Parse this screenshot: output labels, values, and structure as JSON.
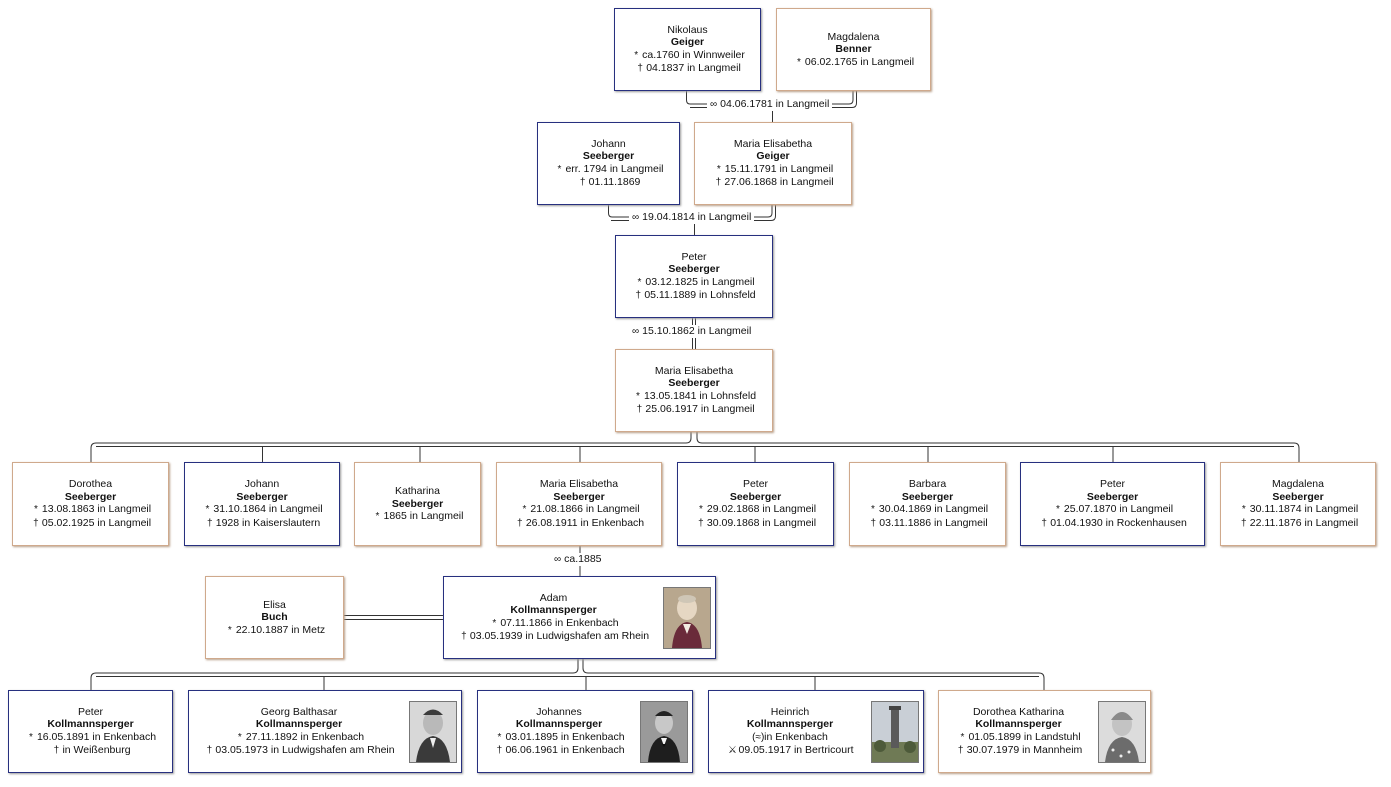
{
  "colors": {
    "male_border": "#27307f",
    "female_border": "#cfa98c",
    "line": "#333333"
  },
  "symbols": {
    "birth": "*",
    "death": "†",
    "baptism": "(≈)",
    "killed": "⚔",
    "marriage": "∞"
  },
  "persons": {
    "nikolaus_geiger": {
      "given": "Nikolaus",
      "surname": "Geiger",
      "sex": "m",
      "events": [
        {
          "type": "birth",
          "text": "ca.1760 in Winnweiler"
        },
        {
          "type": "death",
          "text": "04.1837 in Langmeil"
        }
      ]
    },
    "magdalena_benner": {
      "given": "Magdalena",
      "surname": "Benner",
      "sex": "f",
      "events": [
        {
          "type": "birth",
          "text": "06.02.1765 in Langmeil"
        }
      ]
    },
    "johann_seeberger_sr": {
      "given": "Johann",
      "surname": "Seeberger",
      "sex": "m",
      "events": [
        {
          "type": "birth",
          "text": "err. 1794 in Langmeil"
        },
        {
          "type": "death",
          "text": "01.11.1869"
        }
      ]
    },
    "maria_elisabetha_geiger": {
      "given": "Maria Elisabetha",
      "surname": "Geiger",
      "sex": "f",
      "events": [
        {
          "type": "birth",
          "text": "15.11.1791 in Langmeil"
        },
        {
          "type": "death",
          "text": "27.06.1868 in Langmeil"
        }
      ]
    },
    "peter_seeberger_1825": {
      "given": "Peter",
      "surname": "Seeberger",
      "sex": "m",
      "events": [
        {
          "type": "birth",
          "text": "03.12.1825 in Langmeil"
        },
        {
          "type": "death",
          "text": "05.11.1889 in Lohnsfeld"
        }
      ]
    },
    "maria_elisabetha_seeberger_1841": {
      "given": "Maria Elisabetha",
      "surname": "Seeberger",
      "sex": "f",
      "events": [
        {
          "type": "birth",
          "text": "13.05.1841 in Lohnsfeld"
        },
        {
          "type": "death",
          "text": "25.06.1917 in Langmeil"
        }
      ]
    },
    "dorothea_seeberger": {
      "given": "Dorothea",
      "surname": "Seeberger",
      "sex": "f",
      "events": [
        {
          "type": "birth",
          "text": "13.08.1863 in Langmeil"
        },
        {
          "type": "death",
          "text": "05.02.1925 in Langmeil"
        }
      ]
    },
    "johann_seeberger_1864": {
      "given": "Johann",
      "surname": "Seeberger",
      "sex": "m",
      "events": [
        {
          "type": "birth",
          "text": "31.10.1864 in Langmeil"
        },
        {
          "type": "death",
          "text": "1928 in Kaiserslautern"
        }
      ]
    },
    "katharina_seeberger": {
      "given": "Katharina",
      "surname": "Seeberger",
      "sex": "f",
      "events": [
        {
          "type": "birth",
          "text": "1865 in Langmeil"
        }
      ]
    },
    "maria_elisabetha_seeberger_1866": {
      "given": "Maria Elisabetha",
      "surname": "Seeberger",
      "sex": "f",
      "events": [
        {
          "type": "birth",
          "text": "21.08.1866 in Langmeil"
        },
        {
          "type": "death",
          "text": "26.08.1911 in Enkenbach"
        }
      ]
    },
    "peter_seeberger_1868": {
      "given": "Peter",
      "surname": "Seeberger",
      "sex": "m",
      "events": [
        {
          "type": "birth",
          "text": "29.02.1868 in Langmeil"
        },
        {
          "type": "death",
          "text": "30.09.1868 in Langmeil"
        }
      ]
    },
    "barbara_seeberger": {
      "given": "Barbara",
      "surname": "Seeberger",
      "sex": "f",
      "events": [
        {
          "type": "birth",
          "text": "30.04.1869 in Langmeil"
        },
        {
          "type": "death",
          "text": "03.11.1886 in Langmeil"
        }
      ]
    },
    "peter_seeberger_1870": {
      "given": "Peter",
      "surname": "Seeberger",
      "sex": "m",
      "events": [
        {
          "type": "birth",
          "text": "25.07.1870 in Langmeil"
        },
        {
          "type": "death",
          "text": "01.04.1930 in Rockenhausen"
        }
      ]
    },
    "magdalena_seeberger": {
      "given": "Magdalena",
      "surname": "Seeberger",
      "sex": "f",
      "events": [
        {
          "type": "birth",
          "text": "30.11.1874 in Langmeil"
        },
        {
          "type": "death",
          "text": "22.11.1876 in Langmeil"
        }
      ]
    },
    "elisa_buch": {
      "given": "Elisa",
      "surname": "Buch",
      "sex": "f",
      "events": [
        {
          "type": "birth",
          "text": "22.10.1887 in Metz"
        }
      ]
    },
    "adam_kollmannsperger": {
      "given": "Adam",
      "surname": "Kollmannsperger",
      "sex": "m",
      "photo": "portrait-elderly-man",
      "events": [
        {
          "type": "birth",
          "text": "07.11.1866 in Enkenbach"
        },
        {
          "type": "death",
          "text": "03.05.1939 in Ludwigshafen am Rhein"
        }
      ]
    },
    "peter_kollmannsperger": {
      "given": "Peter",
      "surname": "Kollmannsperger",
      "sex": "m",
      "events": [
        {
          "type": "birth",
          "text": "16.05.1891 in Enkenbach"
        },
        {
          "type": "death",
          "text": "in Weißenburg"
        }
      ]
    },
    "georg_balthasar_kollmannsperger": {
      "given": "Georg Balthasar",
      "surname": "Kollmannsperger",
      "sex": "m",
      "photo": "portrait-man-suit",
      "events": [
        {
          "type": "birth",
          "text": "27.11.1892 in Enkenbach"
        },
        {
          "type": "death",
          "text": "03.05.1973 in Ludwigshafen am Rhein"
        }
      ]
    },
    "johannes_kollmannsperger": {
      "given": "Johannes",
      "surname": "Kollmannsperger",
      "sex": "m",
      "photo": "portrait-young-man",
      "events": [
        {
          "type": "birth",
          "text": "03.01.1895 in Enkenbach"
        },
        {
          "type": "death",
          "text": "06.06.1961 in Enkenbach"
        }
      ]
    },
    "heinrich_kollmannsperger": {
      "given": "Heinrich",
      "surname": "Kollmannsperger",
      "sex": "m",
      "photo": "memorial-tower-photo",
      "events": [
        {
          "type": "baptism",
          "text": "in Enkenbach"
        },
        {
          "type": "killed",
          "text": "09.05.1917 in Bertricourt"
        }
      ]
    },
    "dorothea_katharina_kollmannsperger": {
      "given": "Dorothea Katharina",
      "surname": "Kollmannsperger",
      "sex": "f",
      "photo": "portrait-elderly-woman",
      "events": [
        {
          "type": "birth",
          "text": "01.05.1899 in Landstuhl"
        },
        {
          "type": "death",
          "text": "30.07.1979 in Mannheim"
        }
      ]
    }
  },
  "marriages": {
    "m1": "04.06.1781 in Langmeil",
    "m2": "19.04.1814 in Langmeil",
    "m3": "15.10.1862 in Langmeil",
    "m4": "ca.1885"
  }
}
